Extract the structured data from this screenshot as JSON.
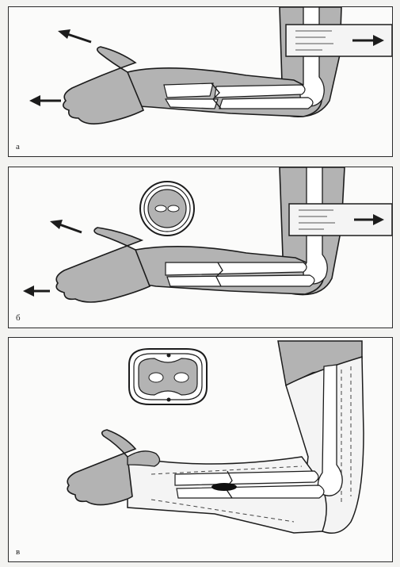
{
  "panels": [
    {
      "label": "а"
    },
    {
      "label": "б"
    },
    {
      "label": "в"
    }
  ],
  "colors": {
    "skin": "#b3b3b3",
    "skin_dark": "#8c8c8c",
    "bone": "#ffffff",
    "plaster": "#f4f4f4",
    "ink": "#1c1c1c",
    "hematoma": "#101010"
  }
}
